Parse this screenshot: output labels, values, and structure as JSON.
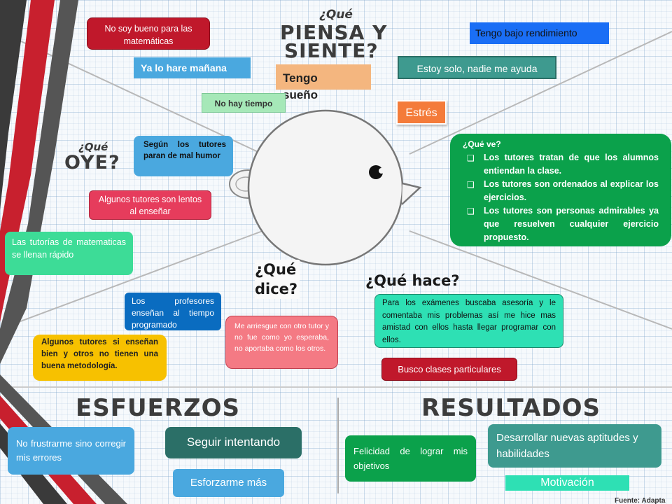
{
  "sections": {
    "piensa_small": "¿Qué",
    "piensa_line1": "PIENSA Y",
    "piensa_line2": "SIENTE?",
    "oye_small": "¿Qué",
    "oye_big": "OYE?",
    "dice": "¿Qué dice?",
    "hace": "¿Qué hace?",
    "esfuerzos": "ESFUERZOS",
    "resultados": "RESULTADOS"
  },
  "piensa": {
    "no_soy_bueno": "No soy bueno para las matemáticas",
    "tengo_bajo": "Tengo bajo rendimiento",
    "ya_lo_hare": "Ya lo hare mañana",
    "tengo_sueno": "Tengo sueño",
    "estoy_solo": "Estoy solo, nadie me ayuda",
    "no_hay_tiempo": "No hay tiempo",
    "estres": "Estrés"
  },
  "ve": {
    "title": "¿Qué ve?",
    "items": [
      "Los tutores tratan de que los alumnos entiendan la clase.",
      "Los tutores son ordenados al explicar los ejercicios.",
      "Los tutores son personas admirables ya que resuelven cualquier ejercicio propuesto."
    ]
  },
  "oye": {
    "tutores_mal_humor": "Según los tutores paran de mal humor",
    "tutores_lentos": "Algunos tutores son lentos al enseñar",
    "tutorias_llenan": "Las tutorías de matematicas se llenan rápido"
  },
  "dice": {
    "profesores": "Los profesores enseñan al tiempo programado",
    "algunos_tutores": "Algunos tutores si enseñan bien y otros no tienen una buena metodología.",
    "me_arriesgue": "Me arriesgue con otro tutor y no fue como yo esperaba, no aportaba como los otros."
  },
  "hace": {
    "examenes": "Para los exámenes buscaba asesoría y le comentaba mis problemas así me hice mas amistad con ellos  hasta llegar programar con ellos.",
    "clases": "Busco clases particulares"
  },
  "esfuerzos": {
    "no_frustrarme": "No frustrarme sino corregir mis errores",
    "seguir": "Seguir intentando",
    "esforzarme": "Esforzarme más"
  },
  "resultados": {
    "felicidad": "Felicidad de lograr mis objetivos",
    "desarrollar": "Desarrollar nuevas aptitudes y habilidades",
    "motivacion": "Motivación"
  },
  "footer": {
    "source": "Fuente: Adapta"
  },
  "colors": {
    "red": "#c0182b",
    "blue_bright": "#1a6ef5",
    "teal": "#3e9a8f",
    "light_blue": "#4aa8df",
    "orange_light": "#f4b67f",
    "green": "#0ba14b",
    "pink": "#e63c5c",
    "mint": "#3ddc97",
    "dark_blue": "#0a6cc0",
    "yellow": "#f7c100",
    "salmon": "#f47a84",
    "aqua": "#2ee0b4",
    "dark_teal": "#2b6f67"
  }
}
